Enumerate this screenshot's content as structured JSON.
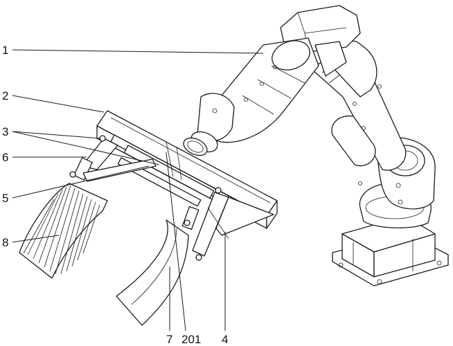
{
  "figure": {
    "line_color": "#1a1a1a",
    "background": "#ffffff",
    "labels": {
      "l1": "1",
      "l2": "2",
      "l3": "3",
      "l6": "6",
      "l5": "5",
      "l8": "8",
      "l7": "7",
      "l201": "201",
      "l4": "4"
    }
  }
}
